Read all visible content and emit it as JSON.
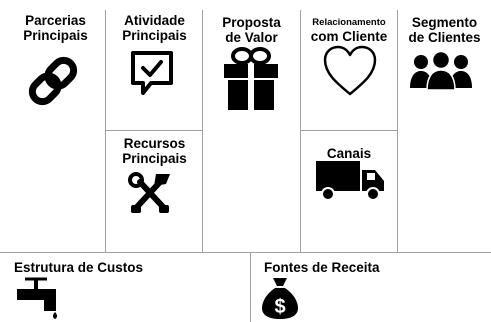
{
  "blocks": {
    "parcerias": {
      "line1": "Parcerias",
      "line2": "Principais",
      "icon": "chain-link-icon"
    },
    "atividades": {
      "line1": "Atividade",
      "line2": "Principais",
      "icon": "checkmark-chat-icon"
    },
    "recursos": {
      "line1": "Recursos",
      "line2": "Principais",
      "icon": "tools-icon"
    },
    "proposta": {
      "line1": "Proposta",
      "line2": "de Valor",
      "icon": "gift-icon"
    },
    "relacionamento": {
      "line1": "Relacionamento",
      "line2": "com Cliente",
      "icon": "heart-icon"
    },
    "canais": {
      "line1": "Canais",
      "icon": "truck-icon"
    },
    "segmento": {
      "line1": "Segmento",
      "line2": "de Clientes",
      "icon": "people-group-icon"
    },
    "custos": {
      "line1": "Estrutura de Custos",
      "icon": "water-tap-icon"
    },
    "receita": {
      "line1": "Fontes de Receita",
      "icon": "money-bag-icon"
    }
  }
}
